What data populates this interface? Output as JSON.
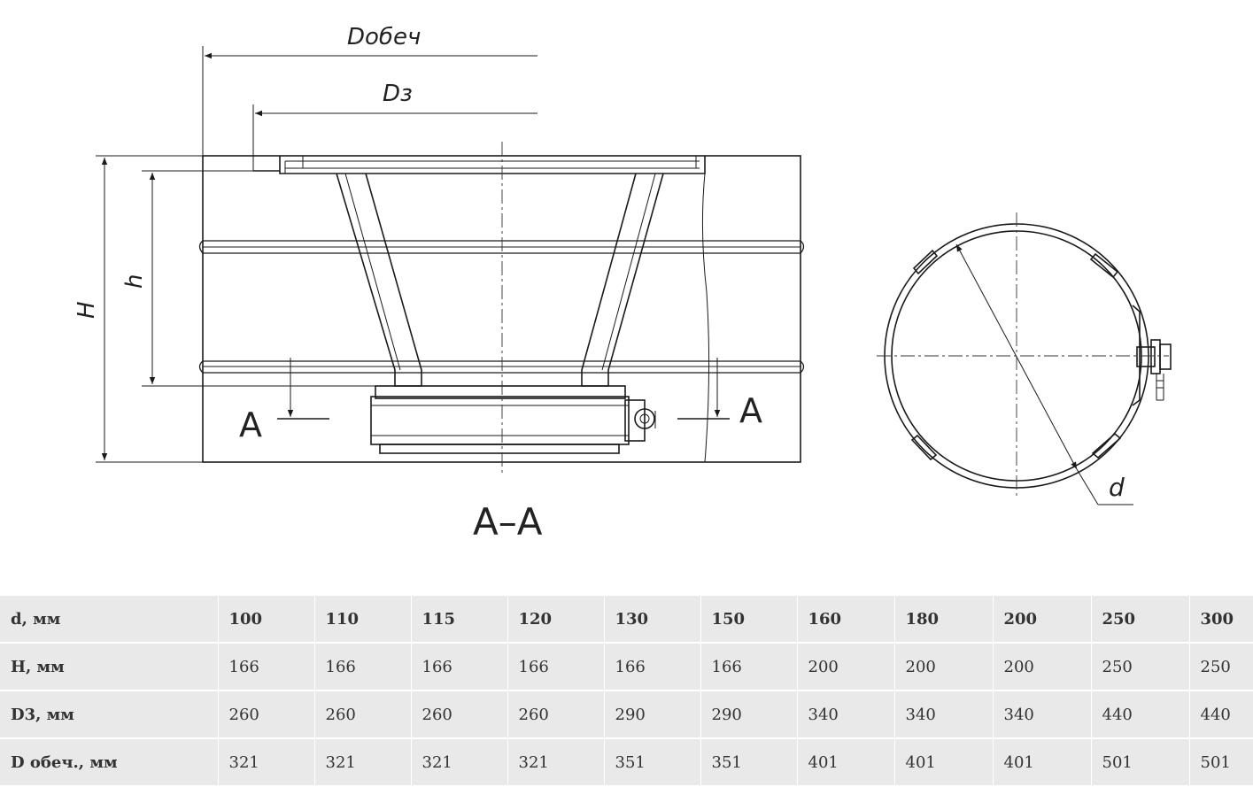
{
  "drawing": {
    "labels": {
      "d_shell": "Dобеч",
      "d3": "Dз",
      "H": "H",
      "h": "h",
      "section_left": "A",
      "section_right": "A",
      "section_title": "A–A",
      "d": "d"
    }
  },
  "table": {
    "rows": [
      {
        "label": "d, мм",
        "values": [
          "100",
          "110",
          "115",
          "120",
          "130",
          "150",
          "160",
          "180",
          "200",
          "250",
          "300"
        ]
      },
      {
        "label": "H, мм",
        "values": [
          "166",
          "166",
          "166",
          "166",
          "166",
          "166",
          "200",
          "200",
          "200",
          "250",
          "250"
        ]
      },
      {
        "label": "D3, мм",
        "values": [
          "260",
          "260",
          "260",
          "260",
          "290",
          "290",
          "340",
          "340",
          "340",
          "440",
          "440"
        ]
      },
      {
        "label": "D обеч., мм",
        "values": [
          "321",
          "321",
          "321",
          "321",
          "351",
          "351",
          "401",
          "401",
          "401",
          "501",
          "501"
        ]
      }
    ]
  }
}
